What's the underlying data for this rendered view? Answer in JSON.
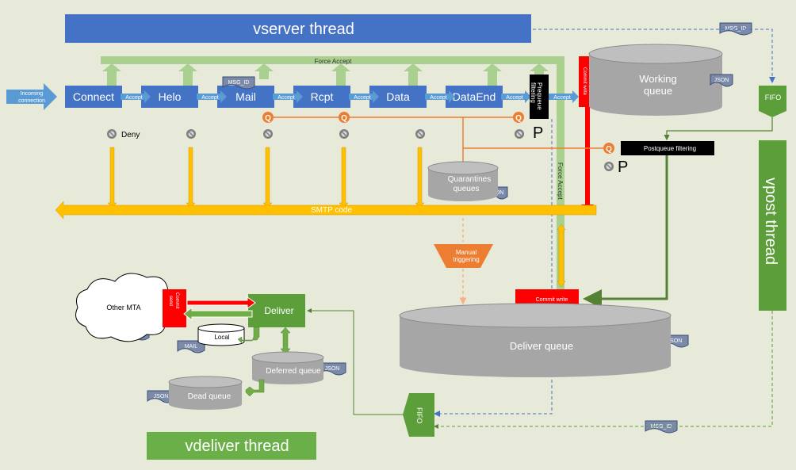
{
  "threads": {
    "vserver": "vserver thread",
    "vpost": "vpost thread",
    "vdeliver": "vdeliver thread"
  },
  "labels": {
    "force_accept": "Force Accept",
    "force_accept_vertical": "Force Accept",
    "smtp_code": "SMTP code",
    "incoming": [
      "Incoming",
      "connection"
    ],
    "deny": "Deny",
    "p": "P",
    "prequeue": [
      "Prequeue",
      "filtering"
    ],
    "accept_commit": [
      "Accept",
      "Commit write"
    ],
    "postqueue": "Postqueue filtering",
    "quarantines": [
      "Quarantines",
      "queues"
    ],
    "manual": [
      "Manual",
      "triggering"
    ],
    "commit_write": "Commit write",
    "commit_send": [
      "Commit",
      "send"
    ],
    "other_mta": "Other MTA",
    "deliver": "Deliver",
    "local": "Local",
    "fifo": "FIFO"
  },
  "stages": [
    "Connect",
    "Helo",
    "Mail",
    "Rcpt",
    "Data",
    "DataEnd"
  ],
  "accept_label": "Accept",
  "queues": {
    "working": [
      "Working",
      "queue"
    ],
    "deliver": "Deliver queue",
    "deferred": "Deferred queue",
    "dead": "Dead queue"
  },
  "tags": {
    "msg_id": "MSG_ID",
    "json": "JSON",
    "mail": "MAIL"
  },
  "colors": {
    "background": "#e8ead9",
    "thread_blue": "#4472c4",
    "thread_green": "#5b9e3a",
    "queue_gray": "#a6a6a6",
    "smtp_yellow": "#ffc000",
    "quarantine_orange": "#ed7d31",
    "commit_red": "#ff0000",
    "light_green": "#a9d08e"
  }
}
